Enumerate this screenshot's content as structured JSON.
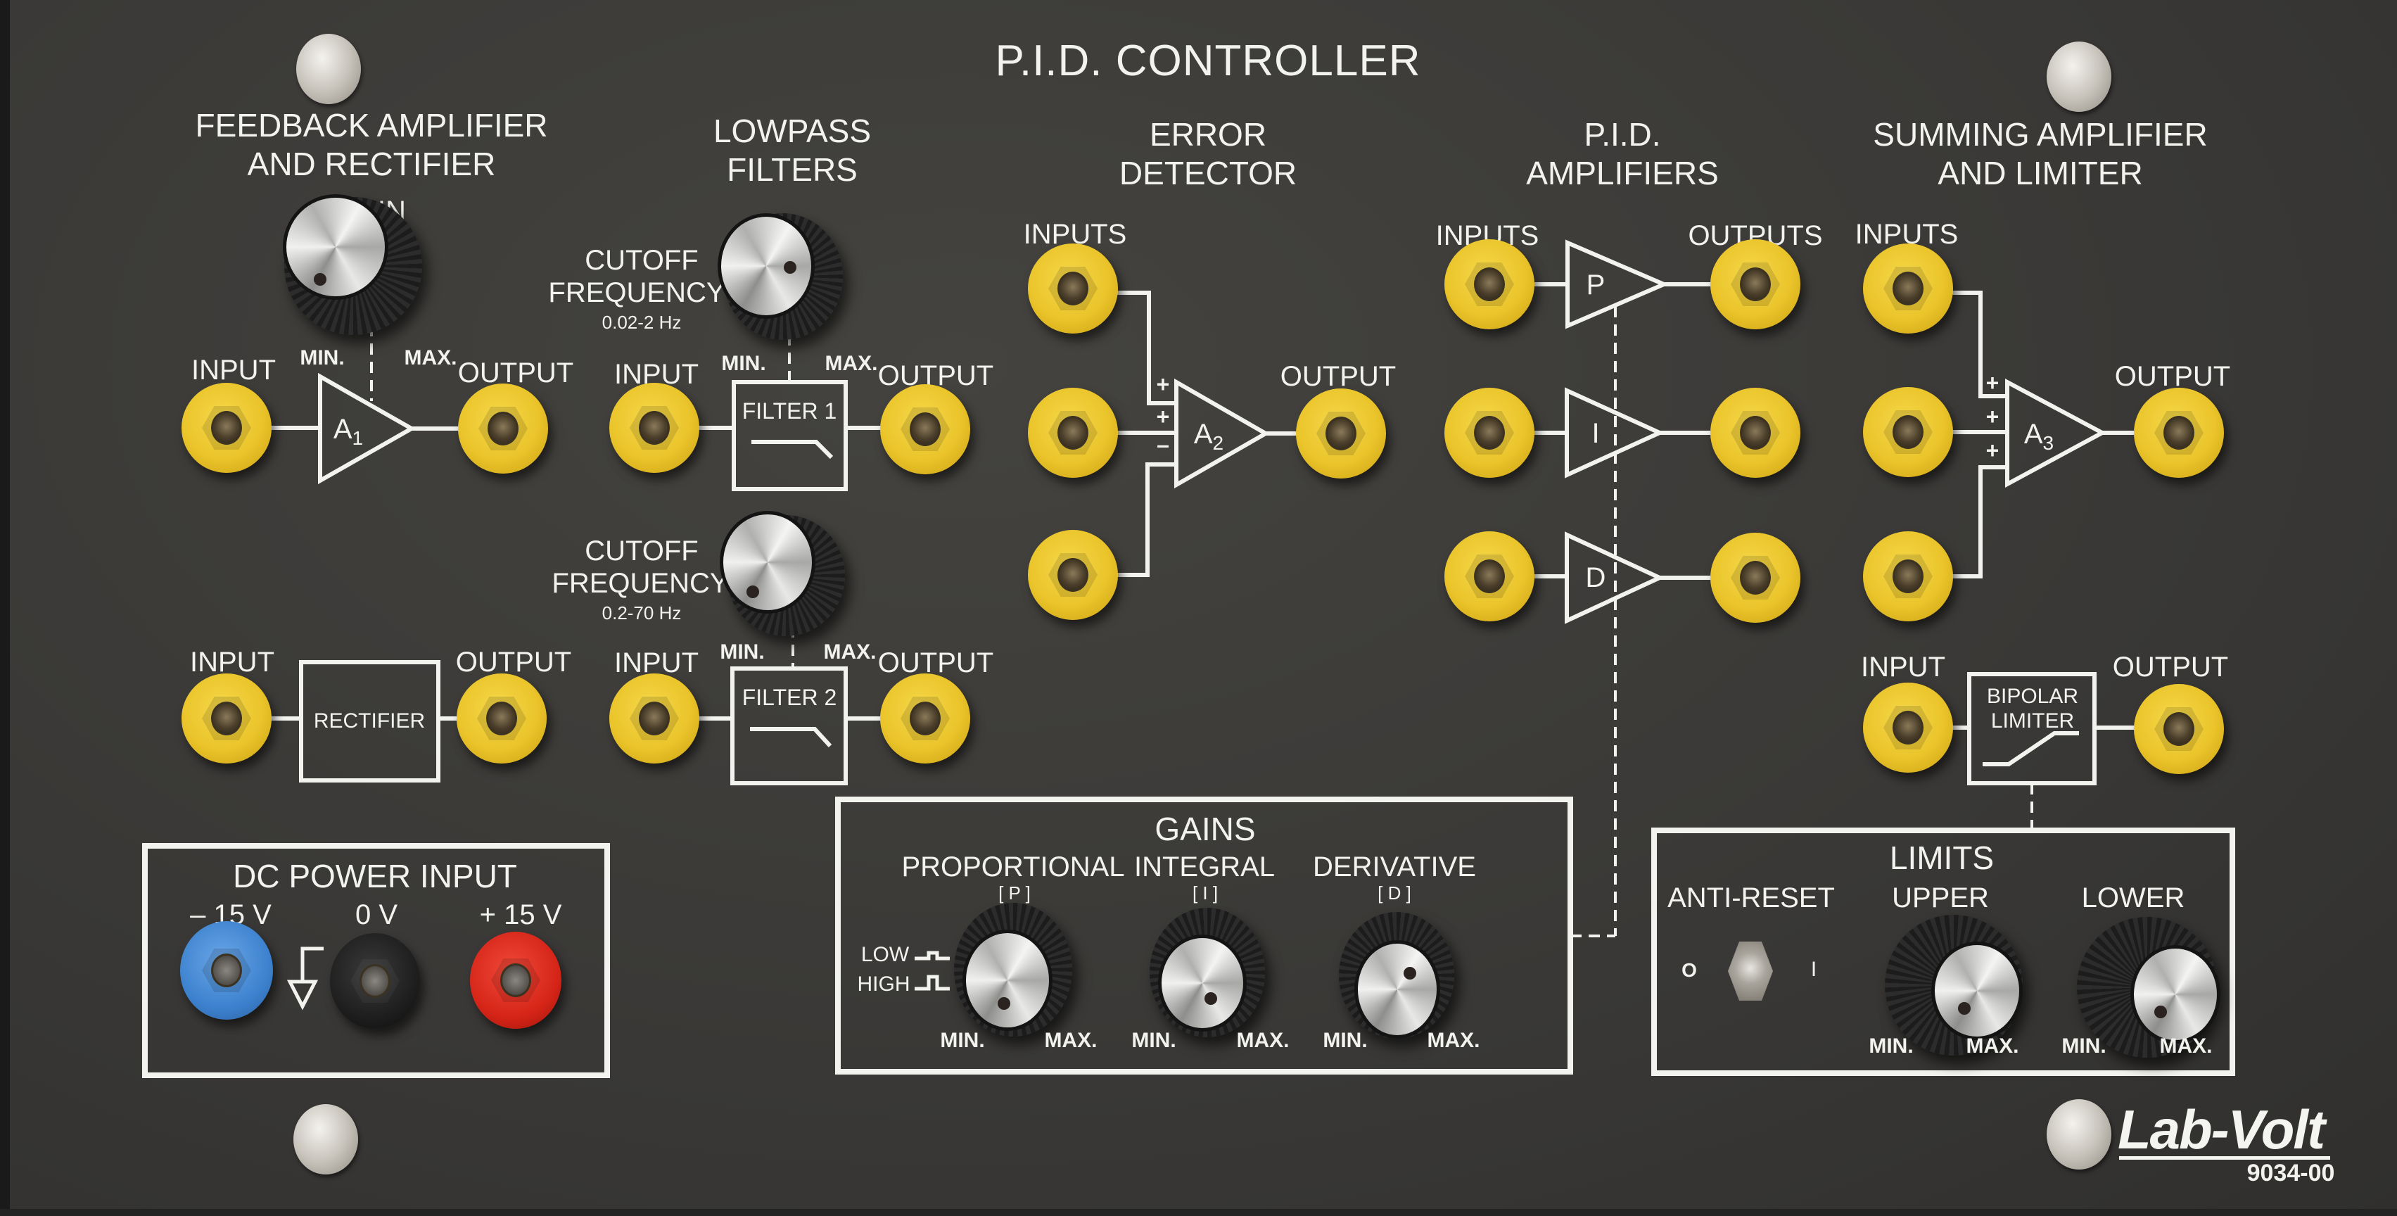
{
  "panel": {
    "title": "P.I.D. CONTROLLER",
    "brand": "Lab-Volt",
    "model": "9034-00",
    "colors": {
      "panel": "#3c3b39",
      "legend": "#f2f2ee",
      "jack_yellow": "#eac42a",
      "jack_blue": "#3d82cf",
      "jack_black": "#1a1a1a",
      "jack_red": "#d62518"
    }
  },
  "feedback": {
    "title_line1": "FEEDBACK AMPLIFIER",
    "title_line2": "AND RECTIFIER",
    "gain_label": "GAIN",
    "min_label": "MIN.",
    "max_label": "MAX.",
    "input_label": "INPUT",
    "output_label": "OUTPUT",
    "amp_label": "A",
    "amp_sub": "1",
    "rect_input_label": "INPUT",
    "rect_output_label": "OUTPUT",
    "rectifier_label": "RECTIFIER"
  },
  "lowpass": {
    "title_line1": "LOWPASS",
    "title_line2": "FILTERS",
    "filter1": {
      "cutoff_line1": "CUTOFF",
      "cutoff_line2": "FREQUENCY",
      "range": "0.02-2 Hz",
      "min_label": "MIN.",
      "max_label": "MAX.",
      "input_label": "INPUT",
      "output_label": "OUTPUT",
      "name": "FILTER 1"
    },
    "filter2": {
      "cutoff_line1": "CUTOFF",
      "cutoff_line2": "FREQUENCY",
      "range": "0.2-70 Hz",
      "min_label": "MIN.",
      "max_label": "MAX.",
      "input_label": "INPUT",
      "output_label": "OUTPUT",
      "name": "FILTER 2"
    }
  },
  "error_detector": {
    "title_line1": "ERROR",
    "title_line2": "DETECTOR",
    "inputs_label": "INPUTS",
    "output_label": "OUTPUT",
    "amp_label": "A",
    "amp_sub": "2",
    "signs": [
      "+",
      "+",
      "–"
    ]
  },
  "pid_amplifiers": {
    "title_line1": "P.I.D.",
    "title_line2": "AMPLIFIERS",
    "inputs_label": "INPUTS",
    "outputs_label": "OUTPUTS",
    "amps": [
      "P",
      "I",
      "D"
    ]
  },
  "summing": {
    "title_line1": "SUMMING AMPLIFIER",
    "title_line2": "AND LIMITER",
    "inputs_label": "INPUTS",
    "output_label": "OUTPUT",
    "amp_label": "A",
    "amp_sub": "3",
    "signs": [
      "+",
      "+",
      "+"
    ],
    "limiter_input_label": "INPUT",
    "limiter_output_label": "OUTPUT",
    "limiter_line1": "BIPOLAR",
    "limiter_line2": "LIMITER"
  },
  "dc_power": {
    "title": "DC POWER INPUT",
    "terminals": [
      {
        "label": "– 15 V",
        "color": "blue"
      },
      {
        "label": "0 V",
        "color": "black"
      },
      {
        "label": "+ 15 V",
        "color": "red"
      }
    ]
  },
  "gains": {
    "title": "GAINS",
    "knobs": [
      {
        "label": "PROPORTIONAL",
        "sub": "[ P ]",
        "min": "MIN.",
        "max": "MAX."
      },
      {
        "label": "INTEGRAL",
        "sub": "[ I ]",
        "min": "MIN.",
        "max": "MAX."
      },
      {
        "label": "DERIVATIVE",
        "sub": "[ D ]",
        "min": "MIN.",
        "max": "MAX."
      }
    ],
    "range_low": "LOW",
    "range_high": "HIGH"
  },
  "limits": {
    "title": "LIMITS",
    "anti_reset_label": "ANTI-RESET",
    "switch_off": "O",
    "switch_on": "I",
    "upper_label": "UPPER",
    "lower_label": "LOWER",
    "min_label": "MIN.",
    "max_label": "MAX."
  }
}
